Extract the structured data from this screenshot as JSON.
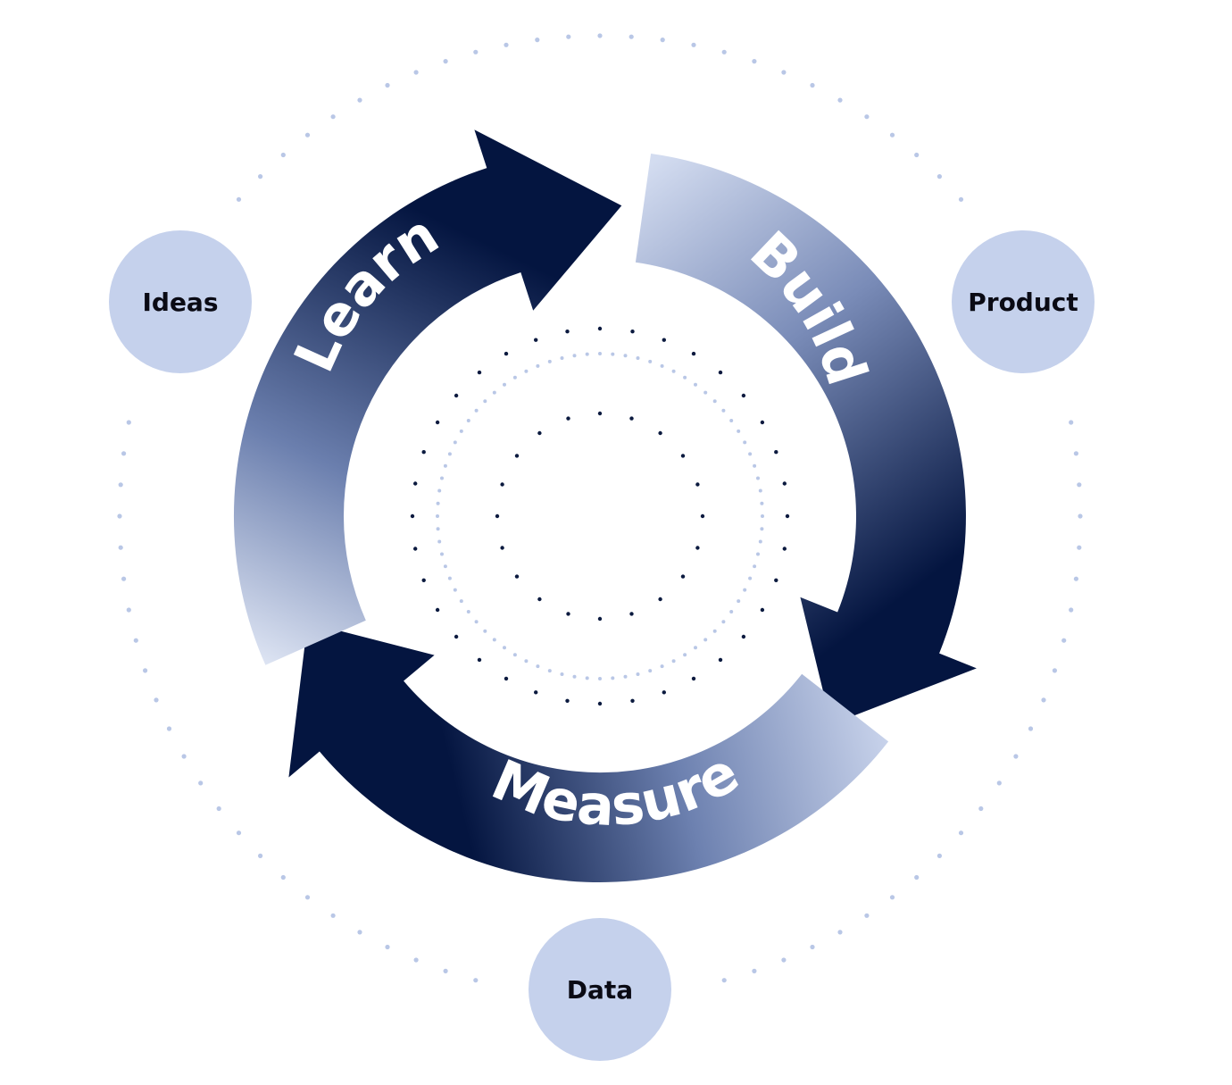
{
  "diagram": {
    "stages": [
      {
        "id": "build",
        "label": "Build"
      },
      {
        "id": "measure",
        "label": "Measure"
      },
      {
        "id": "learn",
        "label": "Learn"
      }
    ],
    "nodes": [
      {
        "id": "ideas",
        "label": "Ideas"
      },
      {
        "id": "product",
        "label": "Product"
      },
      {
        "id": "data",
        "label": "Data"
      }
    ]
  },
  "colors": {
    "navy": "#041540",
    "light": "#c5d1ec",
    "node_fill": "#c5d1ec",
    "dot_light": "#b9c7e6",
    "dot_dark": "#0b1a3f"
  }
}
